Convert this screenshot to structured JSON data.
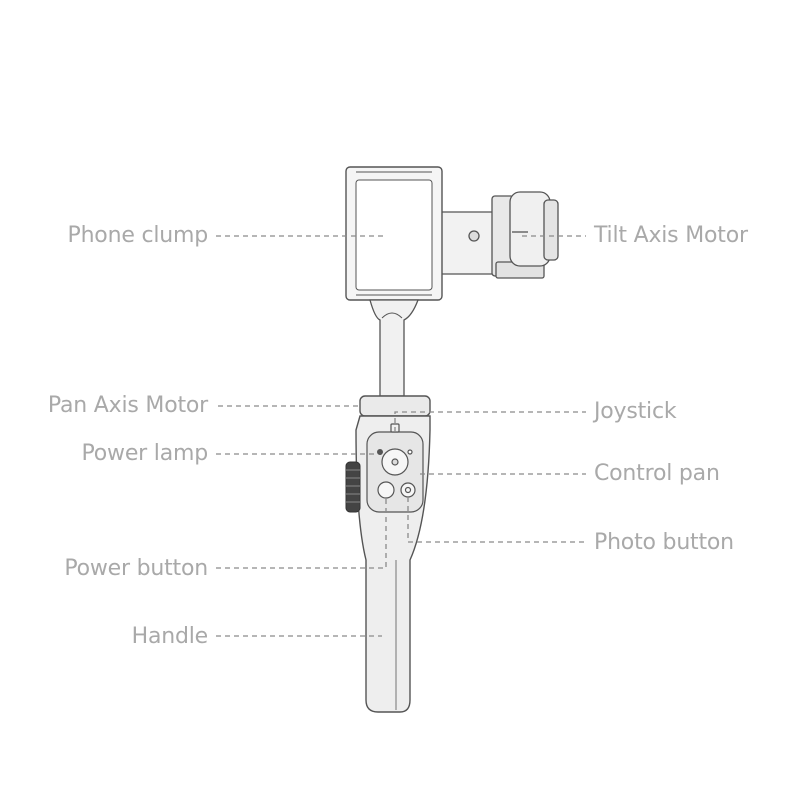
{
  "labels": {
    "phone_clump": "Phone clump",
    "tilt_axis_motor": "Tilt Axis Motor",
    "pan_axis_motor": "Pan Axis Motor",
    "joystick": "Joystick",
    "power_lamp": "Power lamp",
    "control_pan": "Control pan",
    "photo_button": "Photo button",
    "power_button": "Power button",
    "handle": "Handle"
  },
  "colors": {
    "outline": "#555555",
    "fill_light": "#f4f4f4",
    "fill_mid": "#e9e9e9",
    "fill_dark": "#d6d6d6",
    "leader": "#8a8a8a",
    "label": "#a9a9a9",
    "background": "#ffffff"
  }
}
